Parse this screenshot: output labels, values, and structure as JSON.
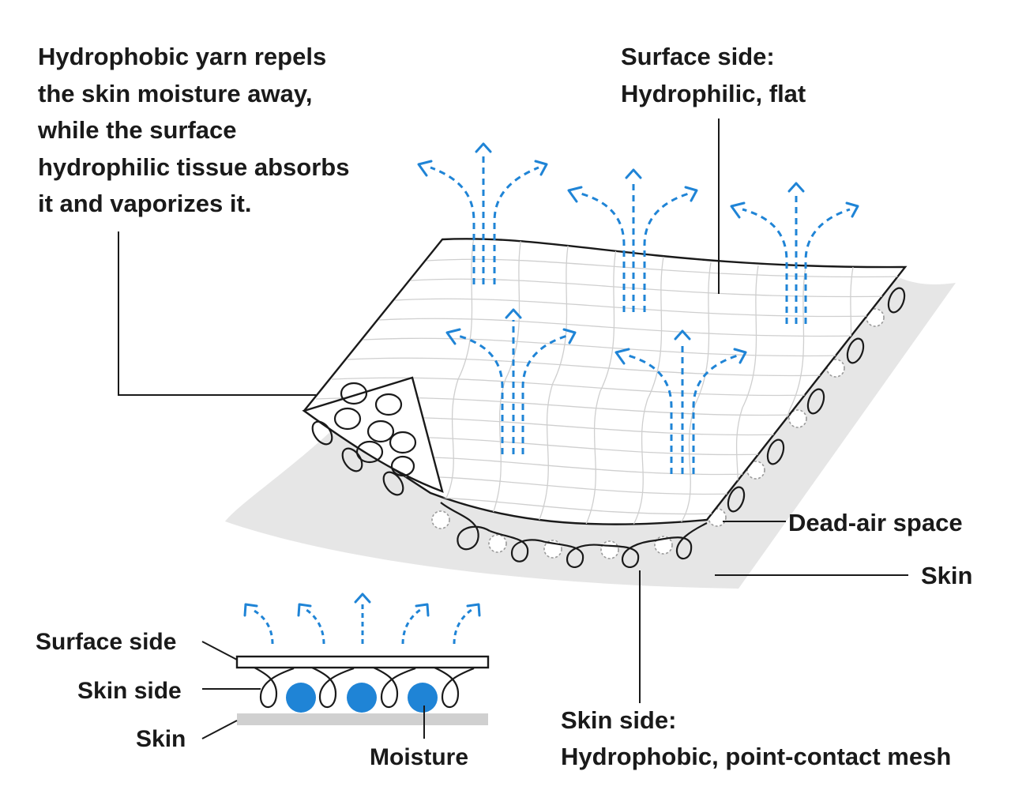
{
  "labels": {
    "description": [
      "Hydrophobic yarn repels",
      "the skin moisture away,",
      "while the surface",
      "hydrophilic tissue absorbs",
      "it and vaporizes it."
    ],
    "surface_side_title": "Surface side:",
    "surface_side_desc": "Hydrophilic, flat",
    "dead_air_space": "Dead-air space",
    "skin_main": "Skin",
    "skin_side_title": "Skin side:",
    "skin_side_desc": "Hydrophobic, point-contact mesh",
    "mini_surface_side": "Surface side",
    "mini_skin_side": "Skin side",
    "mini_skin": "Skin",
    "mini_moisture": "Moisture"
  },
  "colors": {
    "arrow": "#1f84d6",
    "moisture": "#1f84d6",
    "skin_fill": "#e6e6e6",
    "ink": "#1a1a1a"
  }
}
